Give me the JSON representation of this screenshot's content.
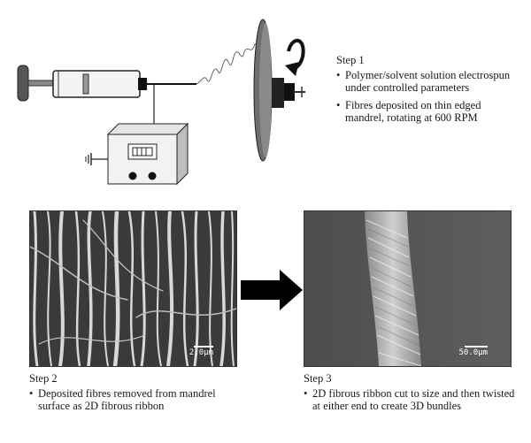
{
  "steps": [
    {
      "title": "Step 1",
      "bullets": [
        "Polymer/solvent solution electrospun under controlled parameters",
        "Fibres deposited on thin edged mandrel, rotating at 600 RPM"
      ]
    },
    {
      "title": "Step 2",
      "bullets": [
        "Deposited fibres removed from mandrel surface as 2D fibrous ribbon"
      ],
      "scale_label": "2.0µm"
    },
    {
      "title": "Step 3",
      "bullets": [
        "2D fibrous ribbon cut to size and then twisted at either end to create 3D bundles"
      ],
      "scale_label": "50.0µm"
    }
  ],
  "icons": {
    "syringe": "syringe-icon",
    "power_supply": "power-supply-icon",
    "mandrel": "rotating-mandrel-icon",
    "arrow": "right-arrow-icon"
  },
  "colors": {
    "ink": "#1a1a1a",
    "sem_dark": "#4a4a4a",
    "arrow": "#000000"
  }
}
